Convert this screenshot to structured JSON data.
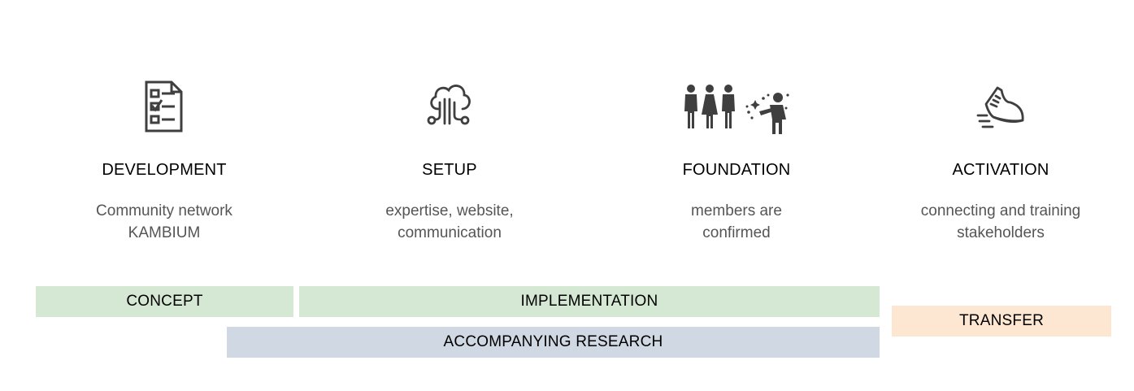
{
  "stages": [
    {
      "title": "DEVELOPMENT",
      "desc1": "Community network",
      "desc2": "KAMBIUM",
      "icon": "checklist-icon"
    },
    {
      "title": "SETUP",
      "desc1": "expertise, website,",
      "desc2": "communication",
      "icon": "cloud-network-icon"
    },
    {
      "title": "FOUNDATION",
      "desc1": "members are",
      "desc2": "confirmed",
      "icon": "people-celebration-icon"
    },
    {
      "title": "ACTIVATION",
      "desc1": "connecting and training",
      "desc2": "stakeholders",
      "icon": "running-shoe-icon"
    }
  ],
  "bars": {
    "concept": "CONCEPT",
    "implementation": "IMPLEMENTATION",
    "research": "ACCOMPANYING RESEARCH",
    "transfer": "TRANSFER"
  },
  "colors": {
    "green": "#d5e8d4",
    "blue": "#d0d8e3",
    "orange": "#fde6d2",
    "icon": "#3f3f3f"
  }
}
